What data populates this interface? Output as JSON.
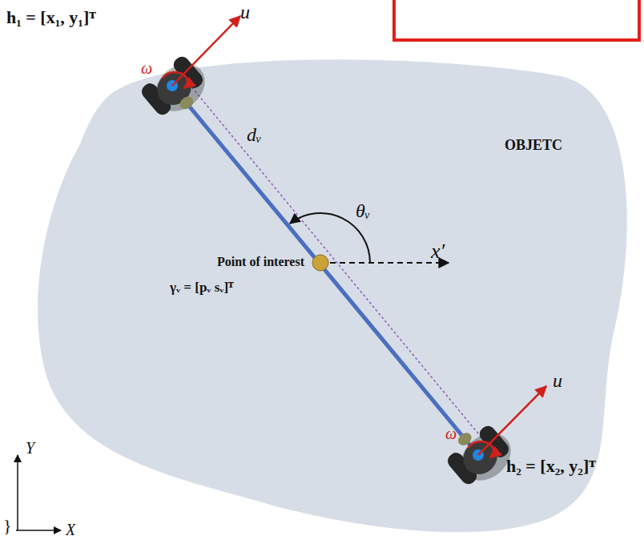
{
  "diagram": {
    "labels": [
      "h₁ = [x₁, y₁]ᵀ",
      "u",
      "ω",
      "dᵥ",
      "OBJETC",
      "θᵥ",
      "x′",
      "Point of interest",
      "γᵥ = [pᵥ  sᵥ]ᵀ",
      "u",
      "ω",
      "h₂ = [x₂, y₂]ᵀ",
      "Y",
      "X",
      "}"
    ]
  }
}
